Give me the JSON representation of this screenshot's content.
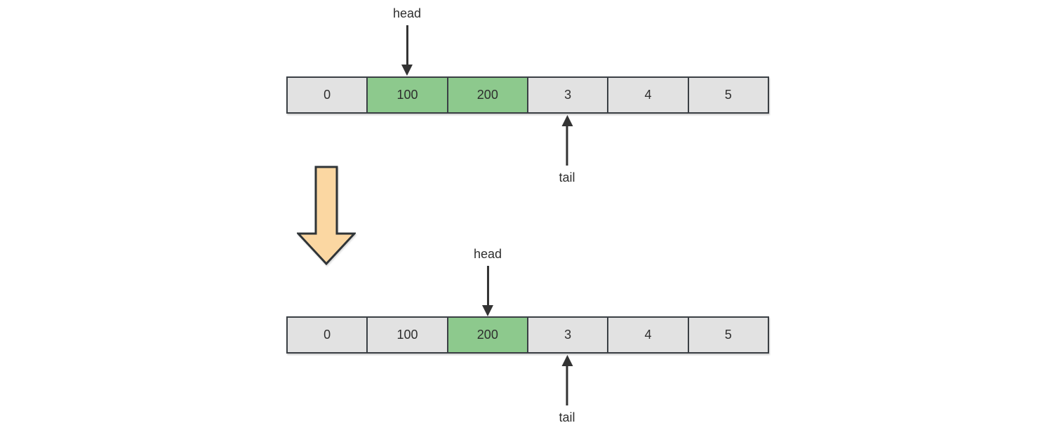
{
  "colors": {
    "cell_fill": "#e2e2e2",
    "cell_highlight_fill": "#8dc98d",
    "cell_border": "#3a3f44",
    "pointer_arrow": "#333333",
    "block_arrow_fill": "#fbd7a2",
    "block_arrow_stroke": "#2f3437",
    "text": "#2e2e2e"
  },
  "arrays": [
    {
      "id": "before",
      "head": {
        "label": "head",
        "points_to_value": "100",
        "cell_index": 1
      },
      "tail": {
        "label": "tail",
        "points_to_value": "3",
        "cell_index": 3
      },
      "cells": [
        {
          "value": "0",
          "highlighted": false
        },
        {
          "value": "100",
          "highlighted": true
        },
        {
          "value": "200",
          "highlighted": true
        },
        {
          "value": "3",
          "highlighted": false
        },
        {
          "value": "4",
          "highlighted": false
        },
        {
          "value": "5",
          "highlighted": false
        }
      ]
    },
    {
      "id": "after",
      "head": {
        "label": "head",
        "points_to_value": "200",
        "cell_index": 2
      },
      "tail": {
        "label": "tail",
        "points_to_value": "3",
        "cell_index": 3
      },
      "cells": [
        {
          "value": "0",
          "highlighted": false
        },
        {
          "value": "100",
          "highlighted": false
        },
        {
          "value": "200",
          "highlighted": true
        },
        {
          "value": "3",
          "highlighted": false
        },
        {
          "value": "4",
          "highlighted": false
        },
        {
          "value": "5",
          "highlighted": false
        }
      ]
    }
  ],
  "transition": {
    "type": "block-arrow-down"
  }
}
